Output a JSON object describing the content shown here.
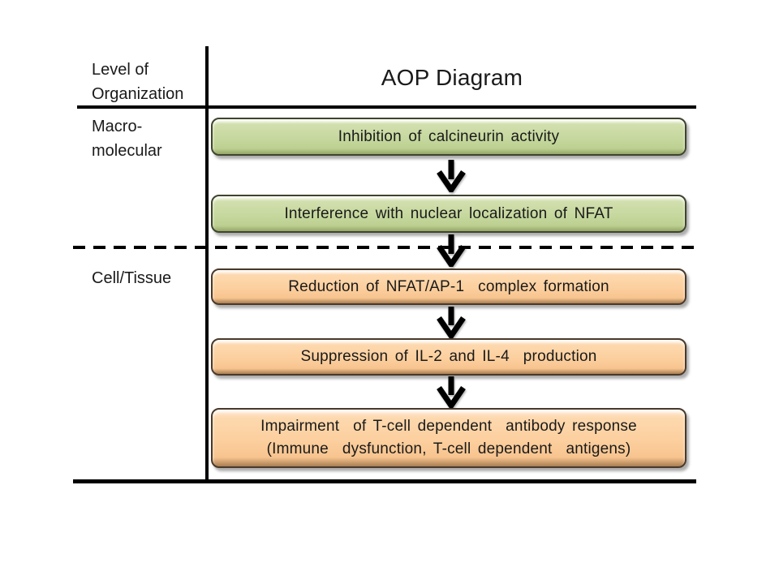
{
  "title": "AOP Diagram",
  "axis": {
    "header": "Level of\nOrganization",
    "levels": [
      {
        "label": "Macro-\nmolecular"
      },
      {
        "label": "Cell/Tissue"
      }
    ]
  },
  "nodes": [
    {
      "label": "Inhibition of calcineurin activity",
      "level": "Macro-molecular",
      "color": "#c3d69b"
    },
    {
      "label": "Interference with nuclear localization of NFAT",
      "level": "Macro-molecular",
      "color": "#c3d69b"
    },
    {
      "label": "Reduction of NFAT/AP-1  complex formation",
      "level": "Cell/Tissue",
      "color": "#fccf9e"
    },
    {
      "label": "Suppression of IL-2 and IL-4  production",
      "level": "Cell/Tissue",
      "color": "#fccf9e"
    },
    {
      "label": "Impairment  of T-cell dependent  antibody response\n(Immune  dysfunction, T-cell dependent  antigens)",
      "level": "Cell/Tissue",
      "color": "#fccf9e"
    }
  ],
  "connectors": [
    {
      "from": 0,
      "to": 1
    },
    {
      "from": 1,
      "to": 2
    },
    {
      "from": 2,
      "to": 3
    },
    {
      "from": 3,
      "to": 4
    }
  ],
  "colors": {
    "background": "#ffffff",
    "green_fill": "#c3d69b",
    "orange_fill": "#fccf9e",
    "line": "#000000",
    "text": "#1a1a1a"
  }
}
